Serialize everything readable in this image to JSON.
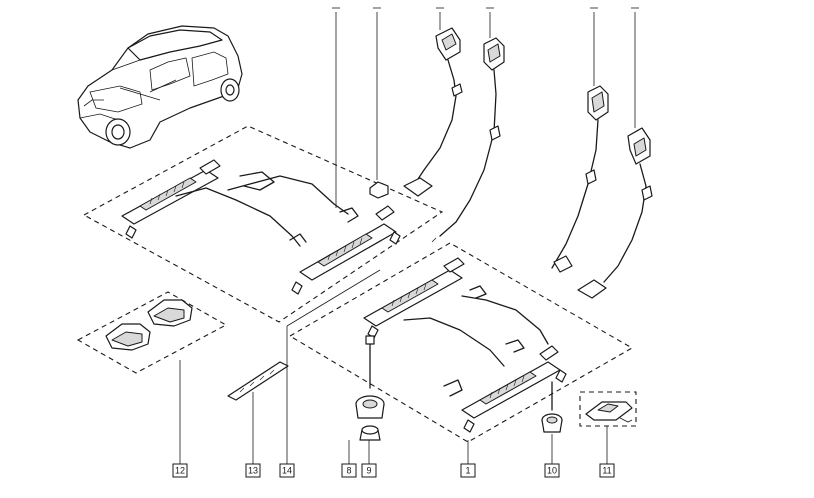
{
  "diagram": {
    "callouts": [
      {
        "id": "c12",
        "label": "12"
      },
      {
        "id": "c13",
        "label": "13"
      },
      {
        "id": "c14",
        "label": "14"
      },
      {
        "id": "c8",
        "label": "8"
      },
      {
        "id": "c9",
        "label": "9"
      },
      {
        "id": "c1",
        "label": "1"
      },
      {
        "id": "c10",
        "label": "10"
      },
      {
        "id": "c11",
        "label": "11"
      }
    ]
  }
}
